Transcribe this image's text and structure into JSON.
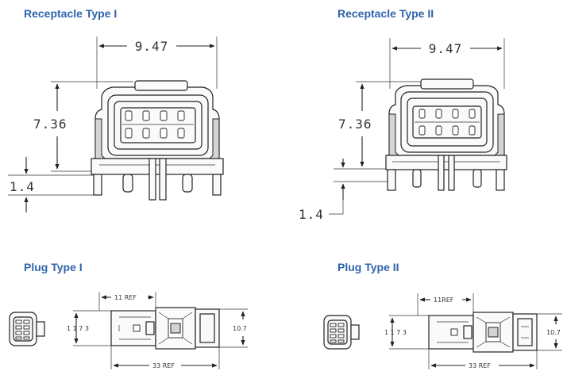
{
  "panels": {
    "receptacle_1": {
      "title": "Receptacle Type I",
      "width": "9.47",
      "height": "7.36",
      "offset": "1.4"
    },
    "receptacle_2": {
      "title": "Receptacle Type II",
      "width": "9.47",
      "height": "7.36",
      "offset": "1.4"
    },
    "plug_1": {
      "title": "Plug Type I",
      "ref_short": "11 REF",
      "ref_long": "33 REF",
      "height_inner": "1 1 7 3",
      "height_outer": "10.7"
    },
    "plug_2": {
      "title": "Plug Type II",
      "ref_short": "11REF",
      "ref_long": "33 REF",
      "height_inner": "1 1 7 3",
      "height_outer": "10.7"
    }
  },
  "colors": {
    "title": "#2f63ad",
    "line": "#222222"
  }
}
